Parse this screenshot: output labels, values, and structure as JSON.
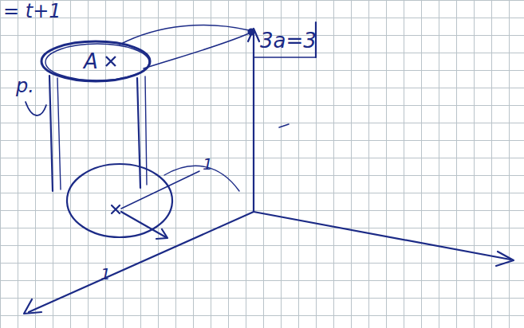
{
  "diagram": {
    "nodes": [
      {
        "text": [
          "A"
        ]
      }
    ],
    "labels": [
      "= t+1",
      "3a=3",
      "p.",
      "1",
      "1"
    ]
  }
}
